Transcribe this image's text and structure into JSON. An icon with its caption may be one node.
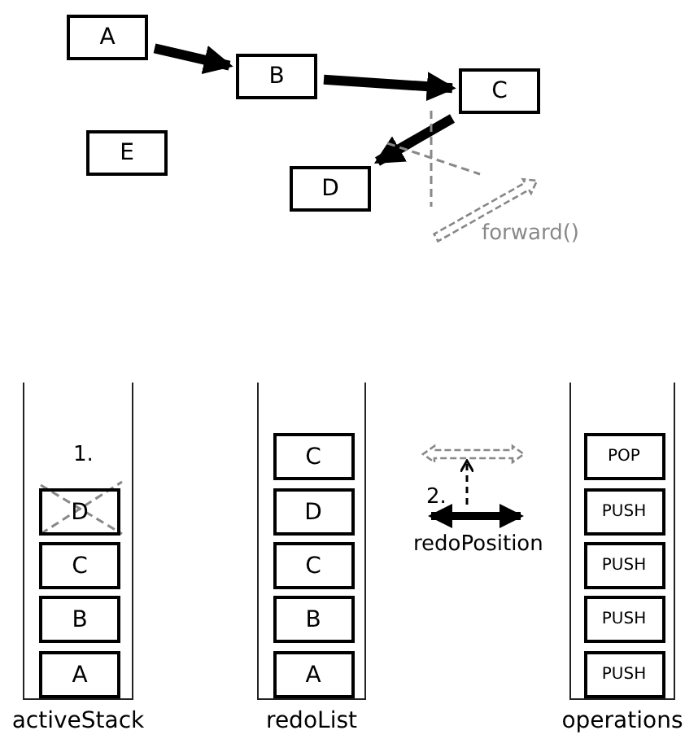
{
  "diagram": {
    "nodes": [
      {
        "text": [
          "A"
        ]
      },
      {
        "text": [
          "B"
        ]
      },
      {
        "text": [
          "C"
        ]
      },
      {
        "text": [
          "E"
        ]
      },
      {
        "text": [
          "D"
        ]
      },
      {
        "text": [
          "activeStack"
        ]
      },
      {
        "text": [
          "D"
        ],
        "in": 5
      },
      {
        "text": [
          "C"
        ],
        "in": 5
      },
      {
        "text": [
          "B"
        ],
        "in": 5
      },
      {
        "text": [
          "A"
        ],
        "in": 5
      },
      {
        "text": [
          "redoList"
        ]
      },
      {
        "text": [
          "C"
        ],
        "in": 10
      },
      {
        "text": [
          "D"
        ],
        "in": 10
      },
      {
        "text": [
          "C"
        ],
        "in": 10
      },
      {
        "text": [
          "B"
        ],
        "in": 10
      },
      {
        "text": [
          "A"
        ],
        "in": 10
      },
      {
        "text": [
          "operations"
        ]
      },
      {
        "text": [
          "POP"
        ],
        "in": 16
      },
      {
        "text": [
          "PUSH"
        ],
        "in": 16
      },
      {
        "text": [
          "PUSH"
        ],
        "in": 16
      },
      {
        "text": [
          "PUSH"
        ],
        "in": 16
      },
      {
        "text": [
          "PUSH"
        ],
        "in": 16
      }
    ],
    "edges": [
      {
        "from": 0,
        "to": 1,
        "arrow": "to"
      },
      {
        "from": 1,
        "to": 2,
        "arrow": "to"
      },
      {
        "from": 2,
        "to": 4,
        "arrow": "to"
      }
    ],
    "labels": [
      "forward()",
      "1.",
      "2.",
      "redoPosition"
    ]
  }
}
